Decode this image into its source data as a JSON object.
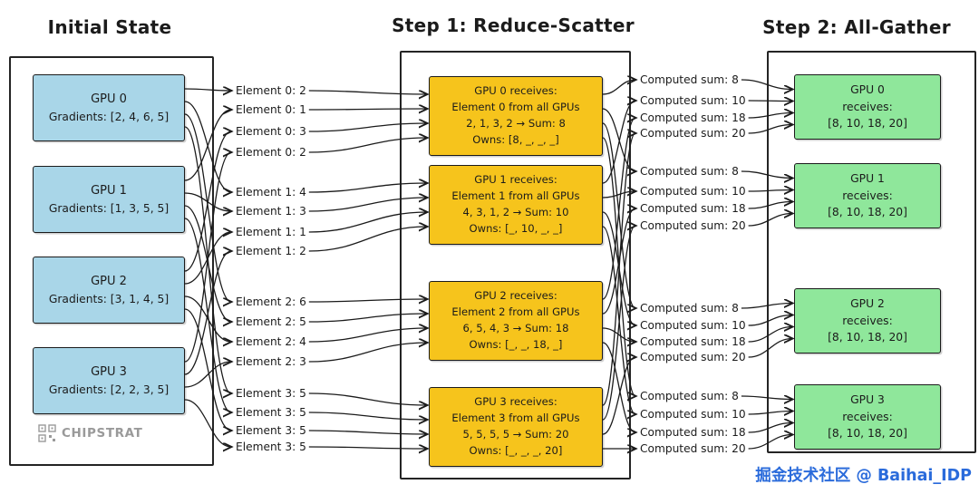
{
  "titles": {
    "initial": "Initial State",
    "step1": "Step 1: Reduce-Scatter",
    "step2": "Step 2: All-Gather"
  },
  "colors": {
    "initial_box": "#a9d6e8",
    "reduce_box": "#f6c41c",
    "gather_box": "#8fe79b",
    "stroke": "#1b1b1b",
    "watermark": "#2a6bdb",
    "logo_gray": "#9a9a9a"
  },
  "initial_gpus": [
    {
      "name": "GPU 0",
      "gradients": "Gradients: [2, 4, 6, 5]"
    },
    {
      "name": "GPU 1",
      "gradients": "Gradients: [1, 3, 5, 5]"
    },
    {
      "name": "GPU 2",
      "gradients": "Gradients: [3, 1, 4, 5]"
    },
    {
      "name": "GPU 3",
      "gradients": "Gradients: [2, 2, 3, 5]"
    }
  ],
  "element_labels": [
    "Element 0: 2",
    "Element 0: 1",
    "Element 0: 3",
    "Element 0: 2",
    "Element 1: 4",
    "Element 1: 3",
    "Element 1: 1",
    "Element 1: 2",
    "Element 2: 6",
    "Element 2: 5",
    "Element 2: 4",
    "Element 2: 3",
    "Element 3: 5",
    "Element 3: 5",
    "Element 3: 5",
    "Element 3: 5"
  ],
  "reduce_boxes": [
    {
      "title": "GPU 0 receives:",
      "desc": "Element 0 from all GPUs",
      "calc": "2, 1, 3, 2 → Sum: 8",
      "owns": "Owns: [8, _, _, _]"
    },
    {
      "title": "GPU 1 receives:",
      "desc": "Element 1 from all GPUs",
      "calc": "4, 3, 1, 2 → Sum: 10",
      "owns": "Owns: [_, 10, _, _]"
    },
    {
      "title": "GPU 2 receives:",
      "desc": "Element 2 from all GPUs",
      "calc": "6, 5, 4, 3 → Sum: 18",
      "owns": "Owns: [_, _, 18, _]"
    },
    {
      "title": "GPU 3 receives:",
      "desc": "Element 3 from all GPUs",
      "calc": "5, 5, 5, 5 → Sum: 20",
      "owns": "Owns: [_, _, _, 20]"
    }
  ],
  "sum_labels": [
    "Computed sum: 8",
    "Computed sum: 10",
    "Computed sum: 18",
    "Computed sum: 20",
    "Computed sum: 8",
    "Computed sum: 10",
    "Computed sum: 18",
    "Computed sum: 20",
    "Computed sum: 8",
    "Computed sum: 10",
    "Computed sum: 18",
    "Computed sum: 20",
    "Computed sum: 8",
    "Computed sum: 10",
    "Computed sum: 18",
    "Computed sum: 20"
  ],
  "gather_boxes": [
    {
      "name": "GPU 0",
      "line2": "receives:",
      "values": "[8, 10, 18, 20]"
    },
    {
      "name": "GPU 1",
      "line2": "receives:",
      "values": "[8, 10, 18, 20]"
    },
    {
      "name": "GPU 2",
      "line2": "receives:",
      "values": "[8, 10, 18, 20]"
    },
    {
      "name": "GPU 3",
      "line2": "receives:",
      "values": "[8, 10, 18, 20]"
    }
  ],
  "footer": {
    "logo_text": "CHIPSTRAT",
    "watermark": "掘金技术社区 @ Baihai_IDP"
  }
}
